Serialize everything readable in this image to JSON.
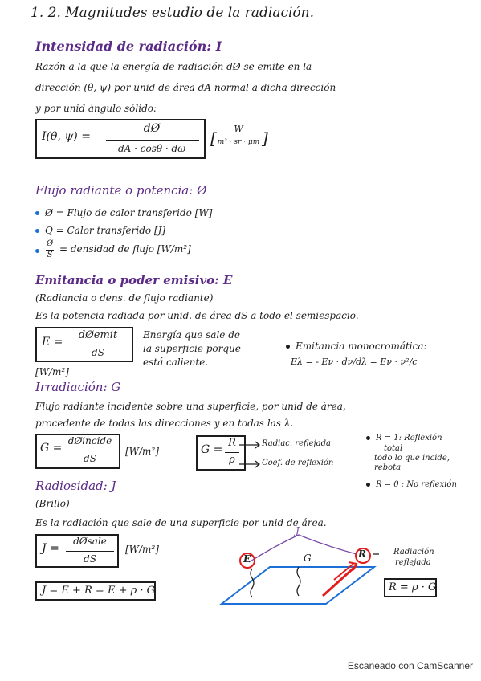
{
  "colors": {
    "heading": "#5b2a86",
    "accent_red": "#e11d1d",
    "accent_blue": "#1b6fd6",
    "ink": "#1d1d1d"
  },
  "page_title": "1. 2. Magnitudes estudio de la radiación.",
  "s1": {
    "heading": "Intensidad de radiación: I",
    "line1": "Razón a la que la energía de radiación dØ se emite en la",
    "line2": "dirección (θ, ψ) por unid de área dA normal a dicha dirección",
    "line3": "y por unid ángulo sólido:",
    "eq_lhs": "I(θ, ψ) =",
    "eq_num": "dØ",
    "eq_den": "dA · cosθ · dω",
    "units_num": "W",
    "units_den": "m² · sr · μm"
  },
  "s2": {
    "heading": "Flujo radiante o potencia: Ø",
    "b1": "Ø = Flujo de calor transferido [W]",
    "b2": "Q = Calor transferido [J]",
    "b3_num": "Ø",
    "b3_den": "S",
    "b3_text": "= densidad de flujo [W/m²]"
  },
  "s3": {
    "heading": "Emitancia o poder emisivo: E",
    "sub": "(Radiancia o dens. de flujo radiante)",
    "desc": "Es la potencia radiada por unid. de área dS a todo el semiespacio.",
    "eq_lhs": "E =",
    "eq_num": "dØemit",
    "eq_den": "dS",
    "units": "[W/m²]",
    "note1": "Energía que sale de",
    "note2": "la superficie porque",
    "note3": "está caliente.",
    "mono_title": "Emitancia monocromática:",
    "mono_eq": "Eλ = - Eν · dν/dλ = Eν · ν²/c"
  },
  "s4": {
    "heading": "Irradiación: G",
    "line1": "Flujo radiante incidente sobre una superficie, por unid de área,",
    "line2": "procedente de todas las direcciones y en todas las λ.",
    "eq_lhs": "G =",
    "eq_num": "dØincide",
    "eq_den": "dS",
    "units": "[W/m²]",
    "g2_lhs": "G =",
    "g2_num": "R",
    "g2_den": "ρ",
    "arrow1": "Radiac. reflejada",
    "arrow2": "Coef. de reflexión",
    "r1_title": "R = 1: Reflexión",
    "r1_l2": "total",
    "r1_l3": "todo lo que incide,",
    "r1_l4": "rebota",
    "r0": "R = 0 : No reflexión"
  },
  "s5": {
    "heading": "Radiosidad: J",
    "sub": "(Brillo)",
    "desc": "Es la radiación que sale de una superficie por unid de área.",
    "eq_lhs": "J =",
    "eq_num": "dØsale",
    "eq_den": "dS",
    "units": "[W/m²]",
    "eq2": "J = E + R = E + ρ · G",
    "diag_e": "E",
    "diag_g": "G",
    "diag_r": "R",
    "diag_j": "J",
    "diag_lbl1": "Radiación",
    "diag_lbl2": "reflejada",
    "eq3": "R = ρ · G"
  },
  "footer": "Escaneado con CamScanner"
}
